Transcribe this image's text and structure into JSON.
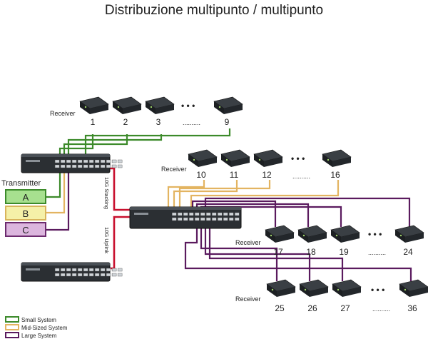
{
  "title": "Distribuzione multipunto / multipunto",
  "receiver_label": "Receiver",
  "transmitter_label": "Transmitter",
  "dots": "• • •",
  "small_dots": "..........",
  "receiver_rows": [
    {
      "numbers": [
        "1",
        "2",
        "3",
        "9"
      ],
      "color": "#3c8a2a"
    },
    {
      "numbers": [
        "10",
        "11",
        "12",
        "16"
      ],
      "color": "#e3b461"
    },
    {
      "numbers": [
        "17",
        "18",
        "19",
        "24"
      ],
      "color": "#5a1a5e"
    },
    {
      "numbers": [
        "25",
        "26",
        "27",
        "36"
      ],
      "color": "#5a1a5e"
    }
  ],
  "transmitters": [
    {
      "label": "A",
      "fill": "#a7e08f",
      "stroke": "#3c8a2a"
    },
    {
      "label": "B",
      "fill": "#f5f0a8",
      "stroke": "#d8b45c"
    },
    {
      "label": "C",
      "fill": "#dcb6de",
      "stroke": "#6c2a6e"
    }
  ],
  "link_labels": {
    "stacking": "10G Stacking",
    "uplink": "10G Uplink"
  },
  "link_color": "#c8102e",
  "legend": [
    {
      "label": "Small System",
      "color": "#3c8a2a"
    },
    {
      "label": "Mid-Sized System",
      "color": "#e3b461"
    },
    {
      "label": "Large System",
      "color": "#5a1a5e"
    }
  ]
}
